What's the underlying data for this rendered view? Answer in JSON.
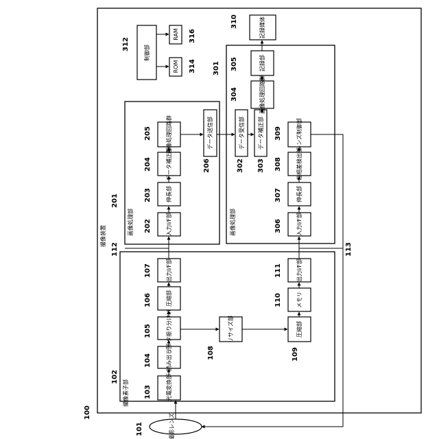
{
  "device": {
    "number": "100",
    "title": "撮像装置"
  },
  "lens": {
    "number": "101",
    "label": "撮影レンズ"
  },
  "sensor": {
    "number": "102",
    "title": "撮像素子部"
  },
  "link_lower": {
    "number": "112"
  },
  "link_upper": {
    "number": "113"
  },
  "resize": {
    "number": "108",
    "label": "リサイズ部"
  },
  "ip1": {
    "number": "201",
    "title": "画像処理部"
  },
  "ip2": {
    "number": "301",
    "title": "画像処理部"
  },
  "blocks": {
    "b103": {
      "number": "103",
      "label": "光電変換部"
    },
    "b104": {
      "number": "104",
      "label": "読み出し部"
    },
    "b105": {
      "number": "105",
      "label": "データ振り分けI/F部"
    },
    "b106": {
      "number": "106",
      "label": "圧縮部"
    },
    "b107": {
      "number": "107",
      "label": "出力I/F部"
    },
    "b109": {
      "number": "109",
      "label": "圧縮部"
    },
    "b110": {
      "number": "110",
      "label": "メモリ"
    },
    "b111": {
      "number": "111",
      "label": "出力I/F部"
    },
    "b202": {
      "number": "202",
      "label": "入力I/F部"
    },
    "b203": {
      "number": "203",
      "label": "伸長部"
    },
    "b204": {
      "number": "204",
      "label": "データ補正部"
    },
    "b205": {
      "number": "205",
      "label": "画像処理回路群"
    },
    "b206": {
      "number": "206",
      "label": "データ送信部"
    },
    "b302": {
      "number": "302",
      "label": "データ受信部"
    },
    "b303": {
      "number": "303",
      "label": "データ補正部"
    },
    "b304": {
      "number": "304",
      "label": "画像処理回路群"
    },
    "b305": {
      "number": "305",
      "label": "記録部"
    },
    "b306": {
      "number": "306",
      "label": "入力I/F部"
    },
    "b307": {
      "number": "307",
      "label": "伸長部"
    },
    "b308": {
      "number": "308",
      "label": "位相差検出部"
    },
    "b309": {
      "number": "309",
      "label": "レンズ制御部"
    },
    "b310": {
      "number": "310",
      "label": "記録媒体"
    },
    "b312": {
      "number": "312",
      "label": "制御部"
    },
    "b314": {
      "number": "314",
      "label": "ROM"
    },
    "b316": {
      "number": "316",
      "label": "RAM"
    }
  }
}
